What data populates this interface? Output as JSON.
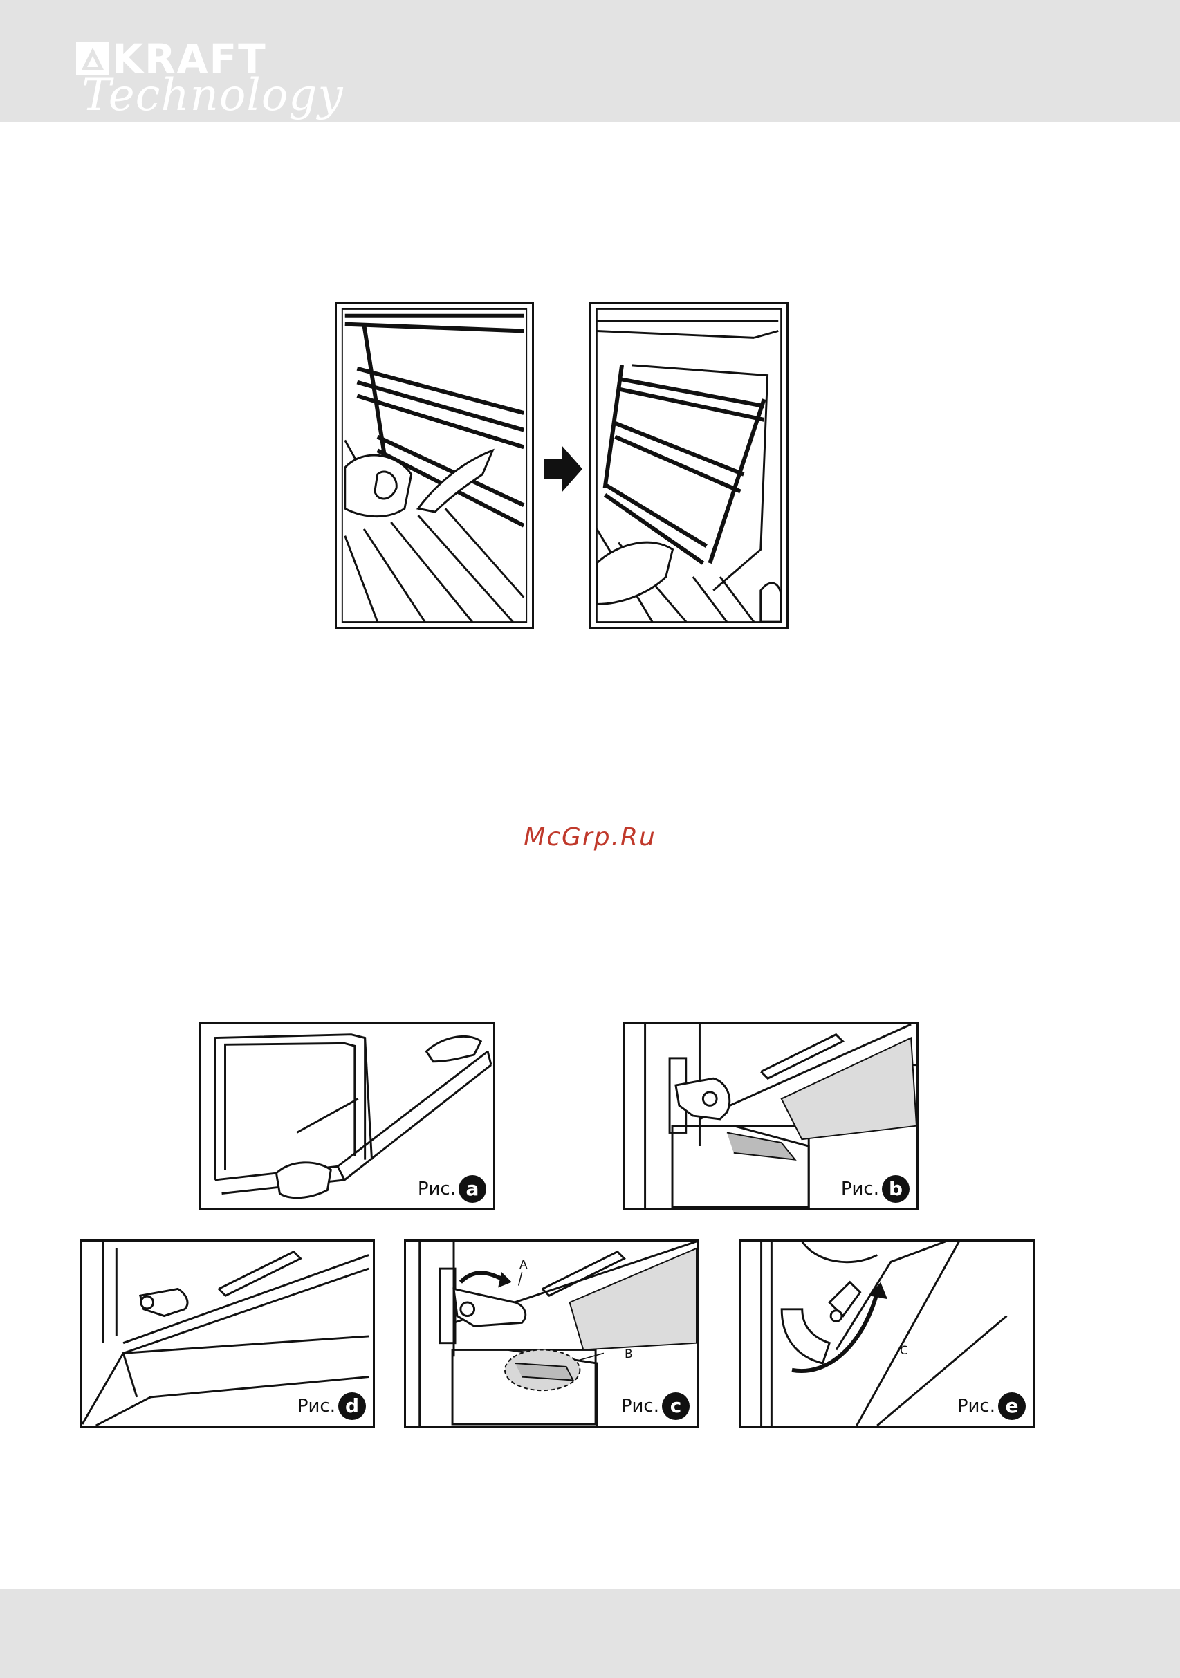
{
  "header": {
    "brand_name": "KRAFT",
    "brand_script": "Technology"
  },
  "watermark": "McGrp.Ru",
  "figures": {
    "prefix": "Рис.",
    "a": {
      "letter": "a"
    },
    "b": {
      "letter": "b"
    },
    "c": {
      "letter": "c",
      "callouts": {
        "a": "A",
        "b": "B"
      }
    },
    "d": {
      "letter": "d"
    },
    "e": {
      "letter": "e",
      "callouts": {
        "c": "C"
      }
    }
  },
  "icons": [
    "logo-triangle-icon",
    "arrow-right-icon"
  ],
  "colors": {
    "band": "#e3e3e3",
    "watermark": "#c0392b",
    "ink": "#111111"
  }
}
